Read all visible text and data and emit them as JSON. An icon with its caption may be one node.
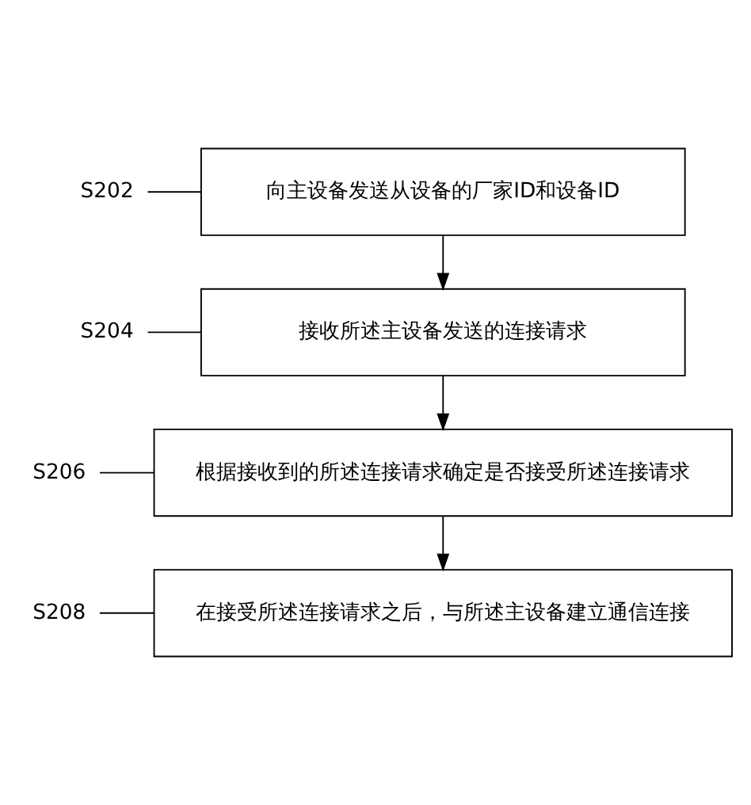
{
  "diagram": {
    "nodes": [
      {
        "text": [
          "向主设备发送从设备的厂家ID和设备ID"
        ]
      },
      {
        "text": [
          "接收所述主设备发送的连接请求"
        ]
      },
      {
        "text": [
          "根据接收到的所述连接请求确定是否接受所述连接请求"
        ]
      },
      {
        "text": [
          "在接受所述连接请求之后，与所述主设备建立通信连接"
        ]
      },
      {
        "text": [
          "S202"
        ]
      },
      {
        "text": [
          "S204"
        ]
      },
      {
        "text": [
          "S206"
        ]
      },
      {
        "text": [
          "S208"
        ]
      }
    ],
    "edges": [
      {
        "from": 0,
        "to": 1,
        "arrow": "to"
      },
      {
        "from": 1,
        "to": 2,
        "arrow": "to"
      },
      {
        "from": 2,
        "to": 3,
        "arrow": "to"
      },
      {
        "from": 4,
        "to": 0,
        "arrow": "none"
      },
      {
        "from": 5,
        "to": 1,
        "arrow": "none"
      },
      {
        "from": 6,
        "to": 2,
        "arrow": "none"
      },
      {
        "from": 7,
        "to": 3,
        "arrow": "none"
      }
    ]
  }
}
